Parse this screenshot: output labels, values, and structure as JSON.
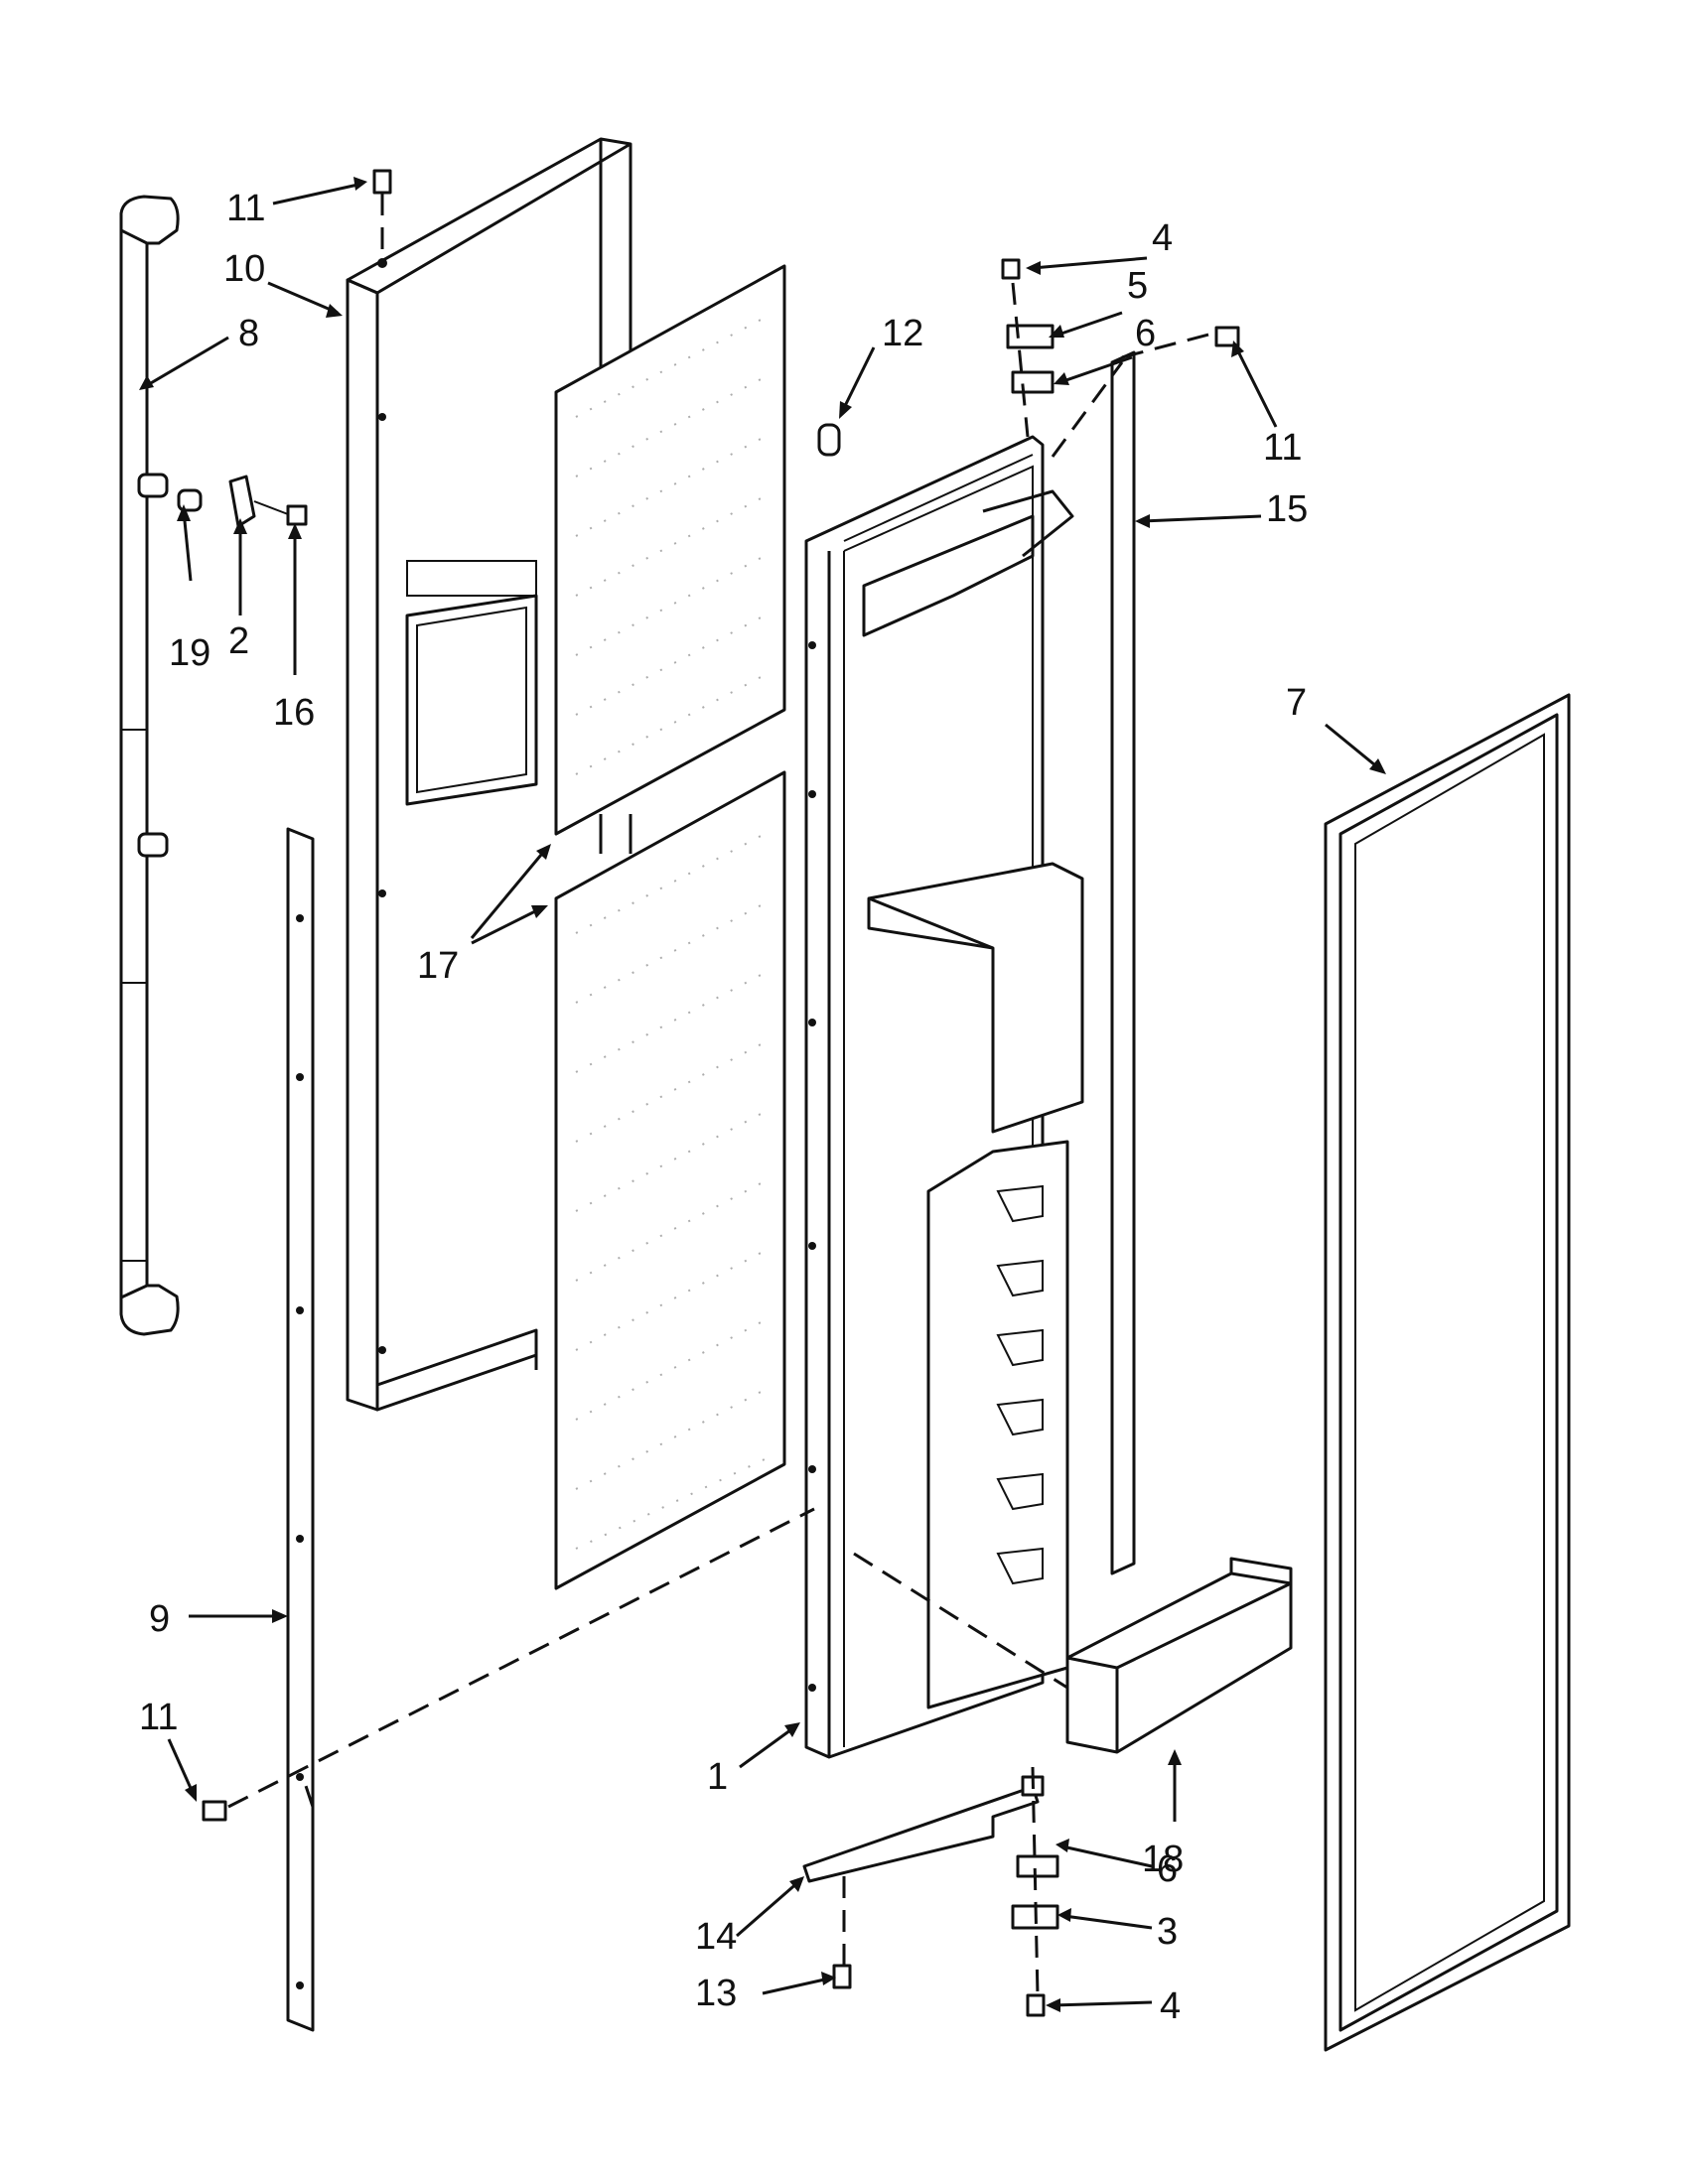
{
  "diagram": {
    "callouts": [
      {
        "id": "c1",
        "label": "1"
      },
      {
        "id": "c2",
        "label": "2"
      },
      {
        "id": "c3",
        "label": "3"
      },
      {
        "id": "c4a",
        "label": "4"
      },
      {
        "id": "c4b",
        "label": "4"
      },
      {
        "id": "c5",
        "label": "5"
      },
      {
        "id": "c6a",
        "label": "6"
      },
      {
        "id": "c6b",
        "label": "6"
      },
      {
        "id": "c7",
        "label": "7"
      },
      {
        "id": "c8",
        "label": "8"
      },
      {
        "id": "c9",
        "label": "9"
      },
      {
        "id": "c10",
        "label": "10"
      },
      {
        "id": "c11a",
        "label": "11"
      },
      {
        "id": "c11b",
        "label": "11"
      },
      {
        "id": "c11c",
        "label": "11"
      },
      {
        "id": "c12",
        "label": "12"
      },
      {
        "id": "c13",
        "label": "13"
      },
      {
        "id": "c14",
        "label": "14"
      },
      {
        "id": "c15",
        "label": "15"
      },
      {
        "id": "c16",
        "label": "16"
      },
      {
        "id": "c17",
        "label": "17"
      },
      {
        "id": "c18",
        "label": "18"
      },
      {
        "id": "c19",
        "label": "19"
      }
    ]
  }
}
